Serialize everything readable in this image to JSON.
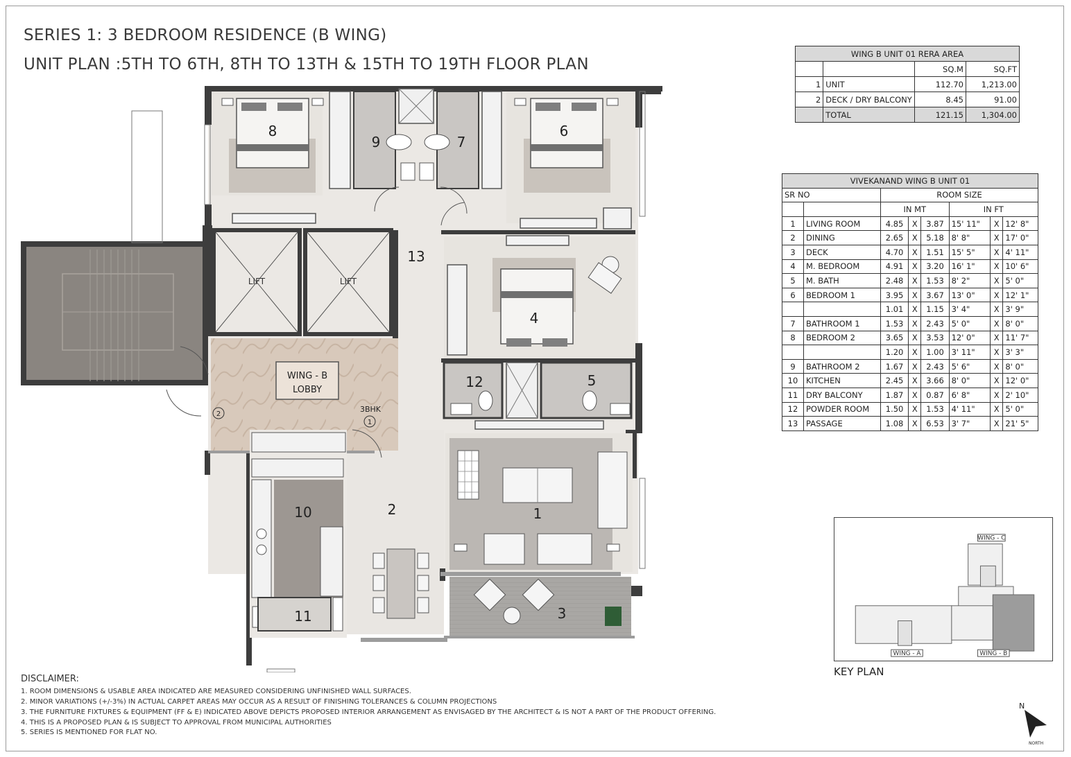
{
  "header": {
    "title_line1": "SERIES 1: 3 BEDROOM RESIDENCE (B WING)",
    "title_line2": "UNIT PLAN :5TH TO 6TH, 8TH TO 13TH & 15TH TO 19TH  FLOOR PLAN"
  },
  "plan": {
    "room_numbers": [
      "1",
      "2",
      "3",
      "4",
      "5",
      "6",
      "7",
      "8",
      "9",
      "10",
      "11",
      "12",
      "13"
    ],
    "lift_label": "LIFT",
    "lobby_label_1": "WING - B",
    "lobby_label_2": "LOBBY",
    "unit_tag": "3BHK",
    "entry_1": "1",
    "entry_2": "2"
  },
  "rera_table": {
    "title": "WING B UNIT 01 RERA AREA",
    "col_sqm": "SQ.M",
    "col_sqft": "SQ.FT",
    "rows": [
      {
        "no": "1",
        "name": "UNIT",
        "sqm": "112.70",
        "sqft": "1,213.00"
      },
      {
        "no": "2",
        "name": "DECK / DRY BALCONY",
        "sqm": "8.45",
        "sqft": "91.00"
      }
    ],
    "total_label": "TOTAL",
    "total_sqm": "121.15",
    "total_sqft": "1,304.00"
  },
  "room_table": {
    "title": "VIVEKANAND WING B UNIT 01",
    "col_srno": "SR NO",
    "col_room_size": "ROOM SIZE",
    "col_in_mt": "IN MT",
    "col_in_ft": "IN FT",
    "x": "X",
    "rows": [
      {
        "no": "1",
        "name": "LIVING ROOM",
        "m1": "4.85",
        "m2": "3.87",
        "f1": "15' 11\"",
        "f2": "12' 8\""
      },
      {
        "no": "2",
        "name": "DINING",
        "m1": "2.65",
        "m2": "5.18",
        "f1": "8' 8\"",
        "f2": "17' 0\""
      },
      {
        "no": "3",
        "name": "DECK",
        "m1": "4.70",
        "m2": "1.51",
        "f1": "15' 5\"",
        "f2": "4' 11\""
      },
      {
        "no": "4",
        "name": "M. BEDROOM",
        "m1": "4.91",
        "m2": "3.20",
        "f1": "16' 1\"",
        "f2": "10' 6\""
      },
      {
        "no": "5",
        "name": "M. BATH",
        "m1": "2.48",
        "m2": "1.53",
        "f1": "8' 2\"",
        "f2": "5' 0\""
      },
      {
        "no": "6",
        "name": "BEDROOM 1",
        "m1": "3.95",
        "m2": "3.67",
        "f1": "13' 0\"",
        "f2": "12' 1\""
      },
      {
        "no": "",
        "name": "",
        "m1": "1.01",
        "m2": "1.15",
        "f1": "3' 4\"",
        "f2": "3' 9\""
      },
      {
        "no": "7",
        "name": "BATHROOM 1",
        "m1": "1.53",
        "m2": "2.43",
        "f1": "5' 0\"",
        "f2": "8' 0\""
      },
      {
        "no": "8",
        "name": "BEDROOM 2",
        "m1": "3.65",
        "m2": "3.53",
        "f1": "12' 0\"",
        "f2": "11' 7\""
      },
      {
        "no": "",
        "name": "",
        "m1": "1.20",
        "m2": "1.00",
        "f1": "3' 11\"",
        "f2": "3' 3\""
      },
      {
        "no": "9",
        "name": "BATHROOM 2",
        "m1": "1.67",
        "m2": "2.43",
        "f1": "5' 6\"",
        "f2": "8' 0\""
      },
      {
        "no": "10",
        "name": "KITCHEN",
        "m1": "2.45",
        "m2": "3.66",
        "f1": "8' 0\"",
        "f2": "12' 0\""
      },
      {
        "no": "11",
        "name": "DRY BALCONY",
        "m1": "1.87",
        "m2": "0.87",
        "f1": "6' 8\"",
        "f2": "2' 10\""
      },
      {
        "no": "12",
        "name": "POWDER ROOM",
        "m1": "1.50",
        "m2": "1.53",
        "f1": "4' 11\"",
        "f2": "5' 0\""
      },
      {
        "no": "13",
        "name": "PASSAGE",
        "m1": "1.08",
        "m2": "6.53",
        "f1": "3' 7\"",
        "f2": "21' 5\""
      }
    ]
  },
  "key_plan": {
    "label": "KEY PLAN",
    "wing_a": "WING - A",
    "wing_b": "WING - B",
    "wing_c": "WING - C"
  },
  "disclaimer": {
    "heading": "DISCLAIMER:",
    "lines": [
      "1. ROOM DIMENSIONS & USABLE AREA INDICATED ARE MEASURED CONSIDERING UNFINISHED WALL SURFACES.",
      "2. MINOR VARIATIONS (+/-3%) IN ACTUAL CARPET AREAS MAY OCCUR AS A RESULT OF FINISHING TOLERANCES & COLUMN PROJECTIONS",
      "3. THE FURNITURE FIXTURES & EQUIPMENT (FF & E) INDICATED ABOVE DEPICTS PROPOSED INTERIOR ARRANGEMENT AS ENVISAGED BY THE ARCHITECT & IS NOT A PART OF THE PRODUCT OFFERING.",
      "4. THIS IS A PROPOSED PLAN & IS SUBJECT TO APPROVAL FROM MUNICIPAL AUTHORITIES",
      "5. SERIES IS MENTIONED FOR FLAT NO."
    ]
  },
  "north": {
    "letter": "N",
    "word": "NORTH"
  },
  "colors": {
    "wall": "#3d3d3d",
    "floor": "#ebe8e4",
    "stair": "#8a8580",
    "lobby": "#d9cabd",
    "kitchen_floor": "#9d9792",
    "deck_floor": "#a9a7a4",
    "rug": "#c9c3bc"
  }
}
